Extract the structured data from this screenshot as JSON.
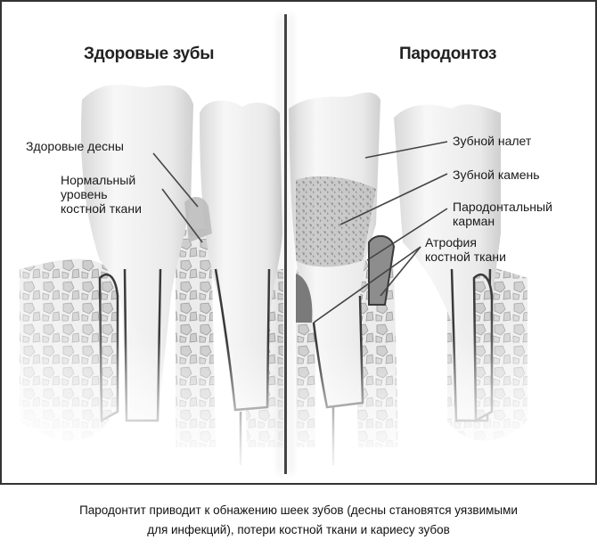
{
  "panels": {
    "left": {
      "title": "Здоровые зубы",
      "labels": [
        {
          "id": "healthy-gums",
          "text": "Здоровые десны"
        },
        {
          "id": "normal-bone-level",
          "lines": [
            "Нормальный",
            "уровень",
            "костной ткани"
          ]
        }
      ]
    },
    "right": {
      "title": "Пародонтоз",
      "labels": [
        {
          "id": "plaque",
          "text": "Зубной налет"
        },
        {
          "id": "tartar",
          "text": "Зубной камень"
        },
        {
          "id": "periodontal-pocket",
          "lines": [
            "Пародонтальный",
            "карман"
          ]
        },
        {
          "id": "bone-atrophy",
          "lines": [
            "Атрофия",
            "костной ткани"
          ]
        }
      ]
    }
  },
  "caption": {
    "line1": "Пародонтит приводит к обнажению шеек зубов (десны становятся уязвимыми",
    "line2": "для инфекций), потери костной ткани и кариесу зубов"
  },
  "colors": {
    "frame": "#333333",
    "outline": "#3a3a3a",
    "bone_fill": "#e6e6e6",
    "cell_fill": "#c9c9c9",
    "tooth_fill": "#f2f2f2",
    "tartar": "#8a8a8a"
  }
}
